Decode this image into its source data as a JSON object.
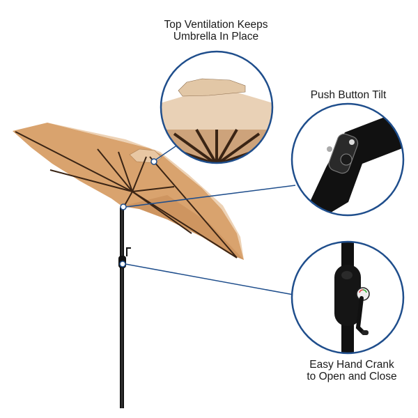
{
  "callouts": [
    {
      "id": "ventilation",
      "line1": "Top Ventilation Keeps",
      "line2": "Umbrella In Place"
    },
    {
      "id": "tilt",
      "line1": "Push Button Tilt"
    },
    {
      "id": "crank",
      "line1": "Easy Hand Crank",
      "line2": "to Open and Close"
    }
  ],
  "colors": {
    "accent_ring": "#1f4e8c",
    "canopy": "#d9a36e",
    "canopy_shadow": "#c98f5a",
    "canopy_light": "#e8c7a3",
    "rib": "#3a2414",
    "pole": "#111111",
    "text": "#1a1a1a"
  }
}
